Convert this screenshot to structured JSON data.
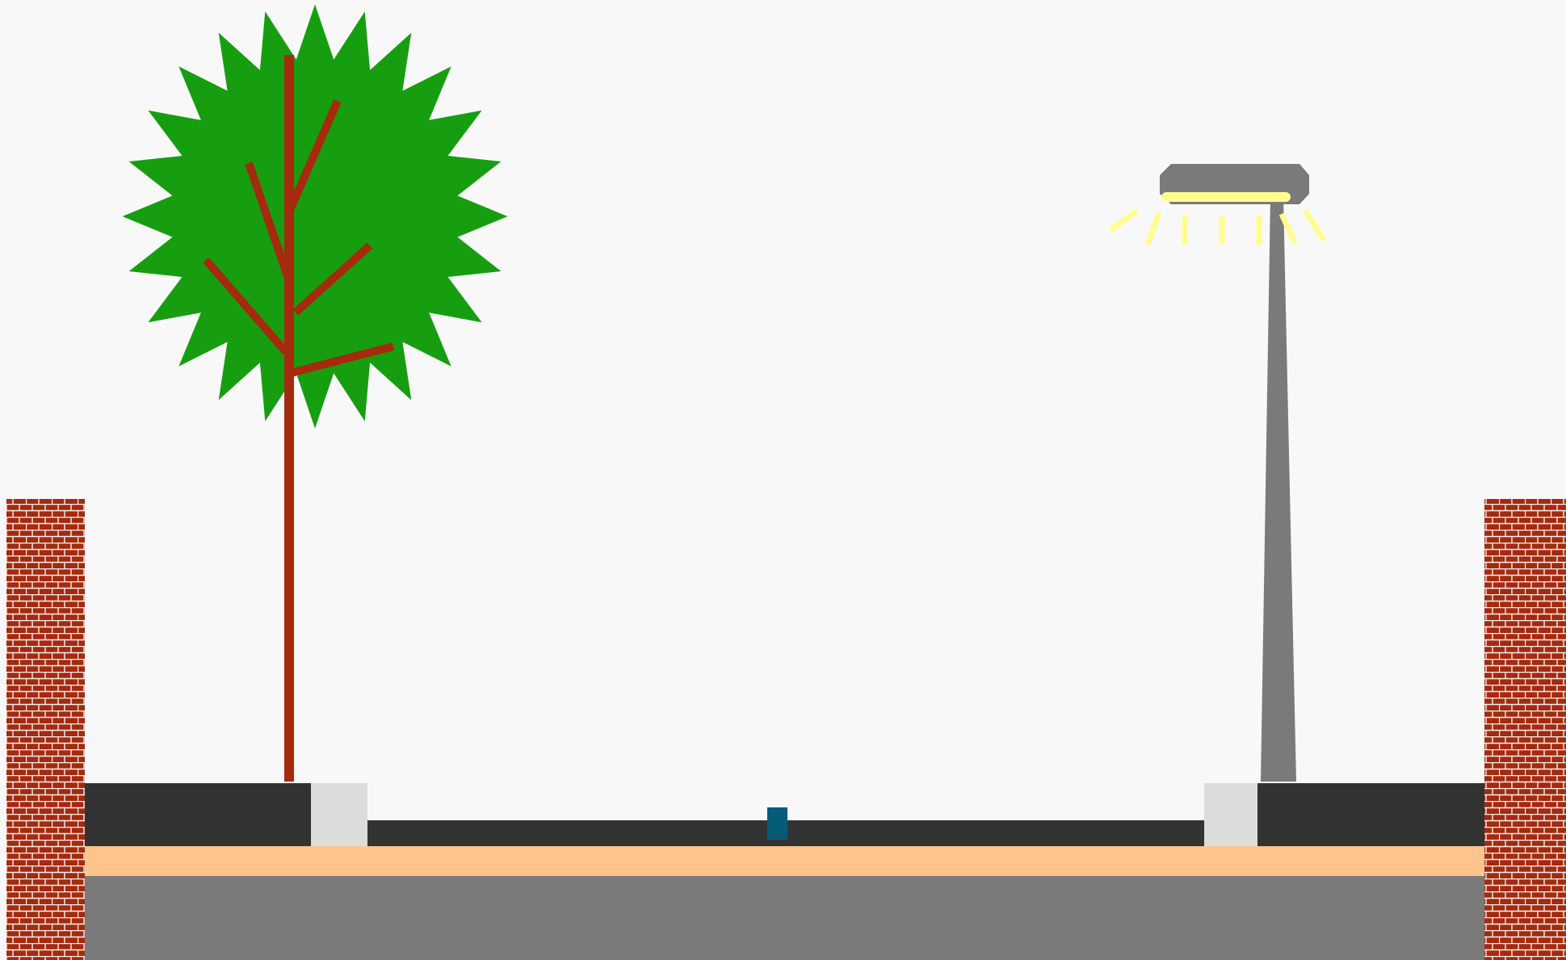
{
  "title": "",
  "scene": {
    "type": "street cross-section",
    "background": "#f8f8f8",
    "elements": [
      {
        "name": "brick-wall-left",
        "kind": "brick wall",
        "color": "#a52a0e",
        "mortar": "#f2f2f2"
      },
      {
        "name": "brick-wall-right",
        "kind": "brick wall",
        "color": "#a52a0e",
        "mortar": "#f2f2f2"
      },
      {
        "name": "tree-canopy",
        "kind": "tree crown",
        "color": "#169e10"
      },
      {
        "name": "tree-trunk",
        "kind": "tree trunk with branches",
        "color": "#a52a0e"
      },
      {
        "name": "street-lamp-pole",
        "kind": "lamp post",
        "color": "#7a7a7a"
      },
      {
        "name": "street-lamp-light",
        "kind": "light with rays",
        "color": "#fffd8f"
      },
      {
        "name": "sidewalk-left",
        "kind": "sidewalk",
        "color": "#333333"
      },
      {
        "name": "sidewalk-right",
        "kind": "sidewalk",
        "color": "#333333"
      },
      {
        "name": "curb-left",
        "kind": "curb",
        "color": "#dcdcdc"
      },
      {
        "name": "curb-right",
        "kind": "curb",
        "color": "#dcdcdc"
      },
      {
        "name": "road-surface",
        "kind": "road pavement",
        "color": "#333333"
      },
      {
        "name": "lane-marker",
        "kind": "center marker",
        "color": "#065c76"
      },
      {
        "name": "sand-layer",
        "kind": "sub-base layer",
        "color": "#ffc48b"
      },
      {
        "name": "gravel-layer",
        "kind": "base layer",
        "color": "#7a7a7a"
      }
    ]
  }
}
